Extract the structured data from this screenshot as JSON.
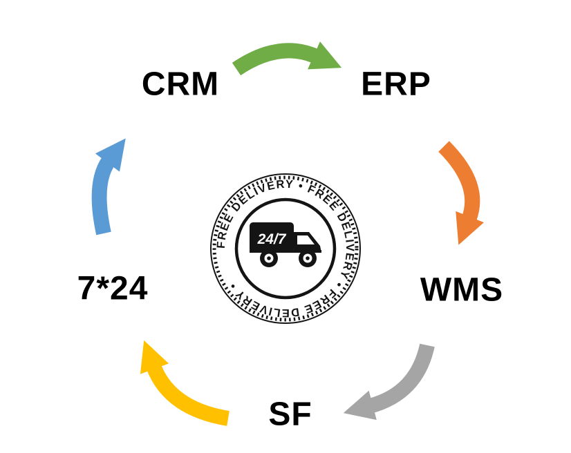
{
  "diagram": {
    "nodes": [
      {
        "id": "crm",
        "label": "CRM"
      },
      {
        "id": "erp",
        "label": "ERP"
      },
      {
        "id": "wms",
        "label": "WMS"
      },
      {
        "id": "sf",
        "label": "SF"
      },
      {
        "id": "seven24",
        "label": "7*24"
      }
    ],
    "arrows": [
      {
        "name": "crm-to-erp",
        "color": "#70AD47"
      },
      {
        "name": "erp-to-wms",
        "color": "#ED7D31"
      },
      {
        "name": "wms-to-sf",
        "color": "#A5A5A5"
      },
      {
        "name": "sf-to-724",
        "color": "#FFC000"
      },
      {
        "name": "724-to-crm",
        "color": "#5B9BD5"
      }
    ],
    "badge": {
      "ring_text": "FREE DELIVERY • FREE DELIVERY • FREE DELIVERY •",
      "truck_label": "24/7",
      "ink": "#141414"
    }
  }
}
